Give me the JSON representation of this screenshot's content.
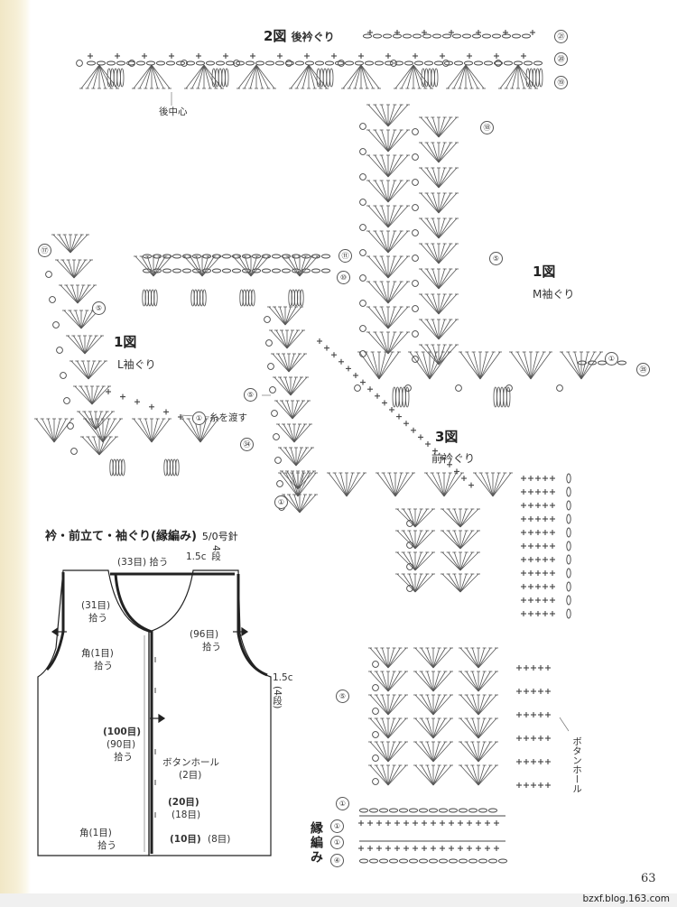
{
  "figures": {
    "fig2": {
      "num": "2図",
      "name": "後衿ぐり",
      "center": "後中心"
    },
    "fig1L": {
      "num": "1図",
      "name": "L袖ぐり",
      "note": "糸を渡す"
    },
    "fig1M": {
      "num": "1図",
      "name": "M袖ぐり"
    },
    "fig3": {
      "num": "3図",
      "name": "前衿ぐり",
      "buttonhole": "ボタンホール"
    }
  },
  "row_numbers": {
    "r21": "㉑",
    "r20": "⑳",
    "r19": "⑲",
    "r18": "⑱",
    "r11": "⑪",
    "r10": "⑩",
    "r17": "⑰",
    "r5": "⑤",
    "r1": "①",
    "r34": "㉞",
    "r35": "㉟",
    "r4": "④"
  },
  "edge_section": {
    "title": "縁編み",
    "rows": [
      "①",
      "①",
      "④"
    ]
  },
  "schematic": {
    "title": "衿・前立て・袖ぐり",
    "subtitle": "(縁編み)",
    "needle": "5/0号針",
    "neck_count": "(33目) 拾う",
    "width_top": "1.5c",
    "rows_top": "4段",
    "front_neck_a": "(31目)",
    "front_neck_b": "拾う",
    "corner_top_a": "角(1目)",
    "corner_top_b": "拾う",
    "armhole_a": "(96目)",
    "armhole_b": "拾う",
    "width_arm": "1.5c",
    "rows_arm": "(4段)",
    "front_a": "(100目)",
    "front_b": "(90目)",
    "front_c": "拾う",
    "buttonhole_a": "ボタンホール",
    "buttonhole_b": "(2目)",
    "bh_gap_a": "(20目)",
    "bh_gap_b": "(18目)",
    "corner_bottom_a": "角(1目)",
    "corner_bottom_b": "拾う",
    "bottom_a": "(10目)",
    "bottom_b": "(8目)"
  },
  "page_number": "63",
  "watermark": "bzxf.blog.163.com"
}
